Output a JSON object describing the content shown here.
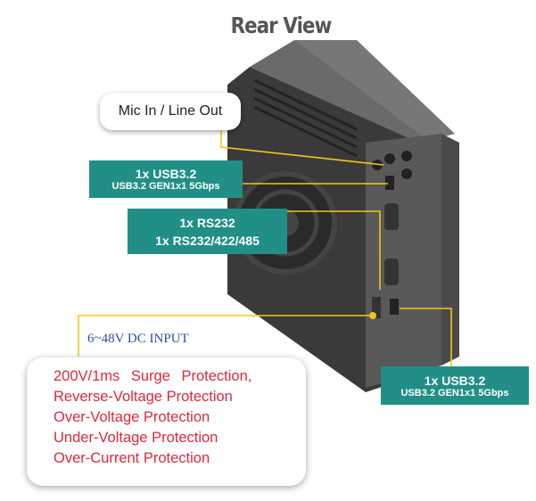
{
  "title": "Rear View",
  "callouts": {
    "mic": "Mic In / Line Out",
    "usb_top": {
      "title": "1x USB3.2",
      "detail": "USB3.2 GEN1x1 5Gbps"
    },
    "serial": {
      "line1": "1x RS232",
      "line2": "1x RS232/422/485"
    },
    "usb_bottom": {
      "title": "1x USB3.2",
      "detail": "USB3.2 GEN1x1 5Gbps"
    },
    "dc_input": "6~48V DC INPUT",
    "protections": [
      "200V/1ms Surge Protection,",
      "Reverse-Voltage Protection",
      "Over-Voltage Protection",
      "Under-Voltage Protection",
      "Over-Current Protection"
    ]
  },
  "colors": {
    "teal": "#218f86",
    "leader": "#f5c518",
    "protection_text": "#e0283e",
    "dc_text": "#2a4fa8"
  }
}
